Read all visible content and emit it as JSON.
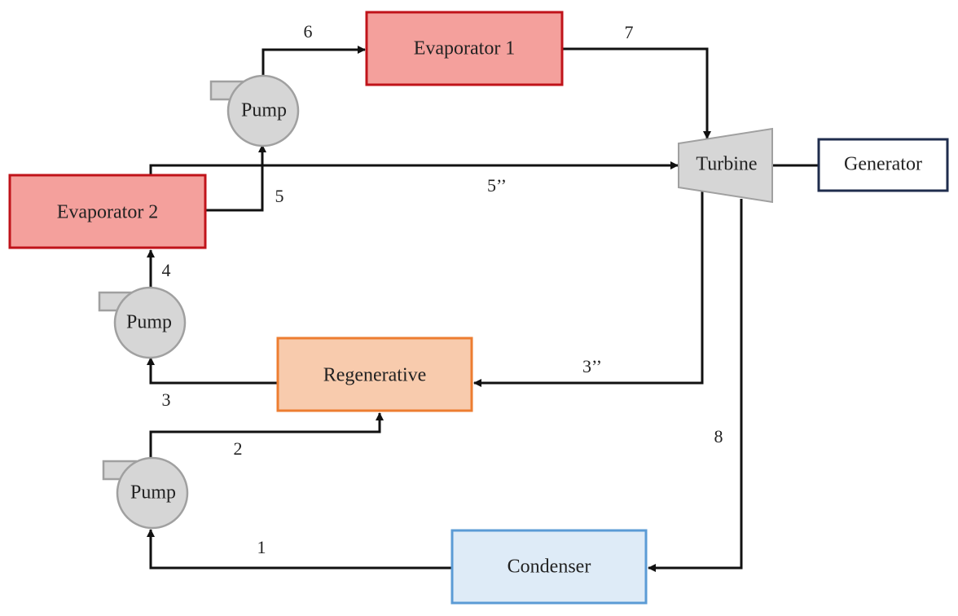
{
  "components": {
    "evaporator1": {
      "label": "Evaporator 1",
      "fill": "#f4a09c",
      "stroke": "#c0131a"
    },
    "evaporator2": {
      "label": "Evaporator 2",
      "fill": "#f4a09c",
      "stroke": "#c0131a"
    },
    "turbine": {
      "label": "Turbine",
      "fill": "#d6d6d6",
      "stroke": "#a0a0a0"
    },
    "generator": {
      "label": "Generator",
      "fill": "#ffffff",
      "stroke": "#1f2d4d"
    },
    "regenerative": {
      "label": "Regenerative",
      "fill": "#f8cbad",
      "stroke": "#ed7d31"
    },
    "condenser": {
      "label": "Condenser",
      "fill": "#deebf7",
      "stroke": "#5b9bd5"
    },
    "pump_top": {
      "label": "Pump",
      "fill": "#d6d6d6",
      "stroke": "#a0a0a0"
    },
    "pump_mid": {
      "label": "Pump",
      "fill": "#d6d6d6",
      "stroke": "#a0a0a0"
    },
    "pump_bottom": {
      "label": "Pump",
      "fill": "#d6d6d6",
      "stroke": "#a0a0a0"
    }
  },
  "states": {
    "s1": "1",
    "s2": "2",
    "s3": "3",
    "s3pp": "3’’",
    "s4": "4",
    "s5": "5",
    "s5pp": "5’’",
    "s6": "6",
    "s7": "7",
    "s8": "8"
  }
}
